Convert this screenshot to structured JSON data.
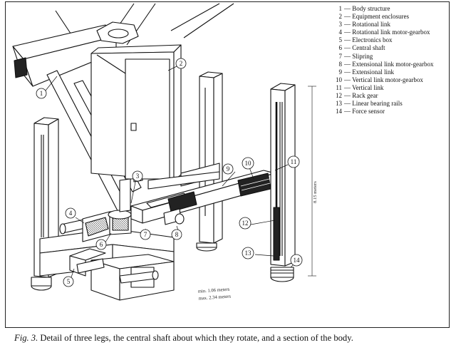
{
  "legend": {
    "items": [
      {
        "num": "1",
        "label": "Body structure"
      },
      {
        "num": "2",
        "label": "Equipment enclosures"
      },
      {
        "num": "3",
        "label": "Rotational link"
      },
      {
        "num": "4",
        "label": "Rotational link motor-gearbox"
      },
      {
        "num": "5",
        "label": "Electronics box"
      },
      {
        "num": "6",
        "label": "Central shaft"
      },
      {
        "num": "7",
        "label": "Slipring"
      },
      {
        "num": "8",
        "label": "Extensional link motor-gearbox"
      },
      {
        "num": "9",
        "label": "Extensional link"
      },
      {
        "num": "10",
        "label": "Vertical link motor-gearbox"
      },
      {
        "num": "11",
        "label": "Vertical link"
      },
      {
        "num": "12",
        "label": "Rack gear"
      },
      {
        "num": "13",
        "label": "Linear bearing rails"
      },
      {
        "num": "14",
        "label": "Force sensor"
      }
    ]
  },
  "callouts": [
    "1",
    "2",
    "3",
    "4",
    "5",
    "6",
    "7",
    "8",
    "9",
    "10",
    "11",
    "12",
    "13",
    "14"
  ],
  "dimensions": {
    "vertical": "8.15 meters",
    "min": "min. 1.06 meters",
    "max": "max. 2.34 meters"
  },
  "caption": {
    "label": "Fig. 3.",
    "text": "Detail of three legs, the central shaft about which they rotate, and a section of the body."
  }
}
